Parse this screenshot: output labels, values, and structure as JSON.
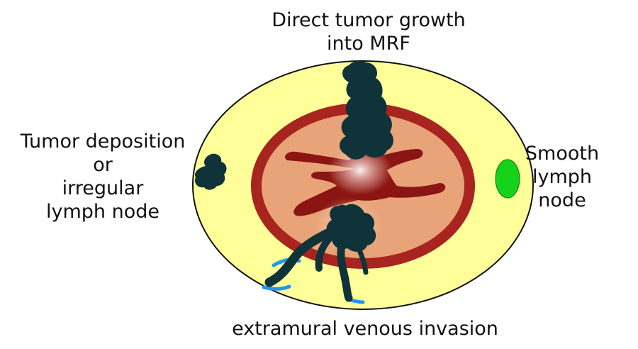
{
  "labels": {
    "top": [
      "Direct tumor growth",
      "into MRF"
    ],
    "left": [
      "Tumor deposition",
      "or",
      "irregular",
      "lymph node"
    ],
    "right": [
      "Smooth",
      "lymph",
      "node"
    ],
    "bottom": [
      "extramural venous invasion"
    ]
  },
  "colors": {
    "mesorectal_fat": "#ffff99",
    "muscularis": "#a8241f",
    "submucosa": "#e8a478",
    "lumen": "#8b1512",
    "tumor": "#0f3338",
    "smooth_node": "#16d11a",
    "vein": "#2196f3",
    "outline": "#111111"
  }
}
